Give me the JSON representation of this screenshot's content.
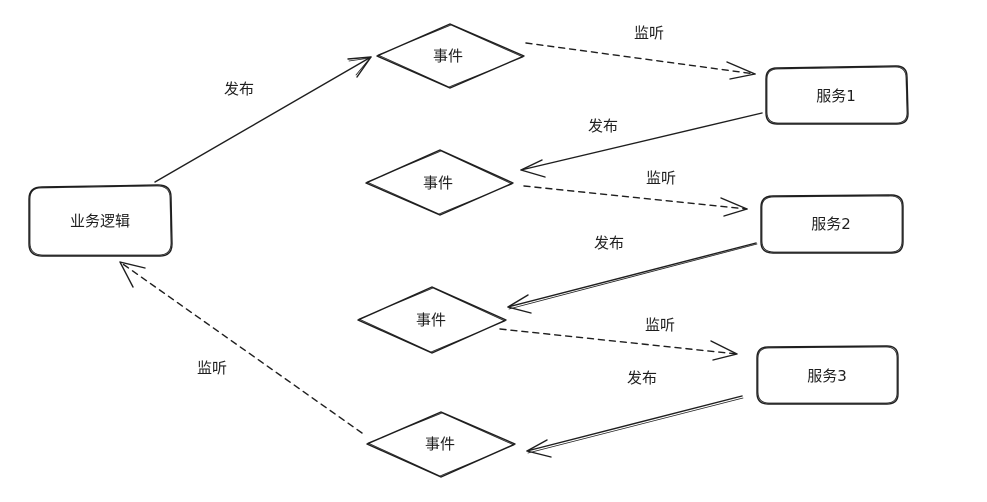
{
  "nodes": {
    "business": "业务逻辑",
    "event1": "事件",
    "event2": "事件",
    "event3": "事件",
    "event4": "事件",
    "service1": "服务1",
    "service2": "服务2",
    "service3": "服务3"
  },
  "edges": {
    "publish_business": "发布",
    "listen_s1": "监听",
    "publish_s1": "发布",
    "listen_s2": "监听",
    "publish_s2": "发布",
    "listen_s3": "监听",
    "publish_s3": "发布",
    "listen_business": "监听"
  },
  "colors": {
    "stroke": "#1e1e1e",
    "background": "#ffffff"
  }
}
